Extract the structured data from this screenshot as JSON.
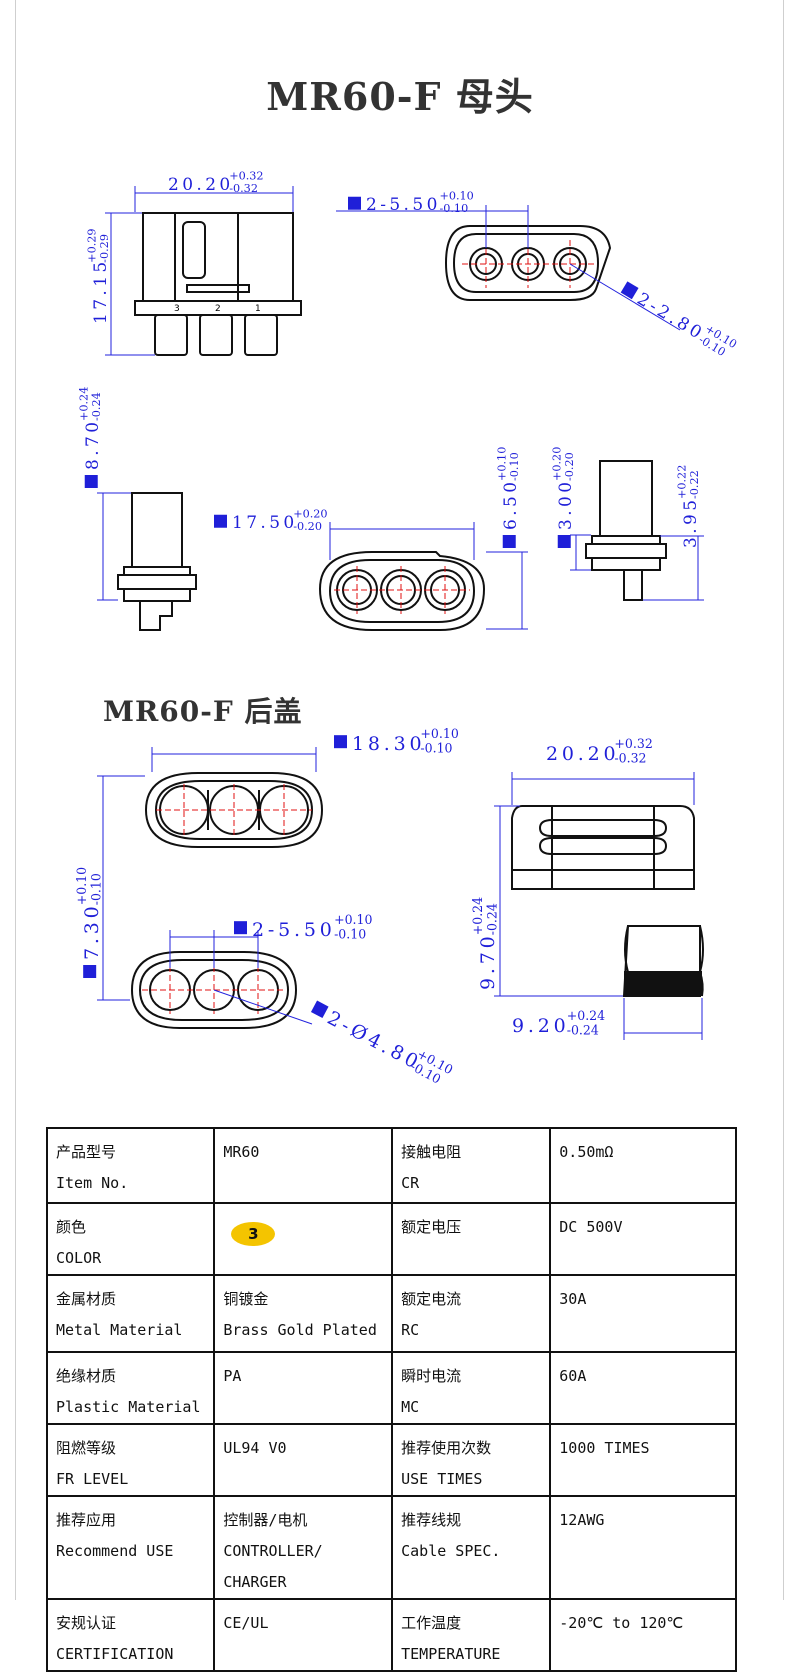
{
  "title": "MR60-F 母头",
  "subtitle": "MR60-F 后盖",
  "dimensions": {
    "d1": {
      "base": "20.20",
      "tol": "+0.32/-0.32"
    },
    "d2": {
      "base": "17.15",
      "tol": "+0.29/-0.29"
    },
    "d3": {
      "base": "2-5.50",
      "tol": "+0.10/-0.10"
    },
    "d4": {
      "base": "2-2.80",
      "tol": "+0.10/-0.10"
    },
    "d5": {
      "base": "8.70",
      "tol": "+0.24/-0.24"
    },
    "d6": {
      "base": "17.50",
      "tol": "+0.20/-0.20"
    },
    "d7": {
      "base": "6.50",
      "tol": "+0.10/-0.10"
    },
    "d8": {
      "base": "3.00",
      "tol": "+0.20/-0.20"
    },
    "d9": {
      "base": "3.95",
      "tol": "+0.22/-0.22"
    },
    "d10": {
      "base": "18.30",
      "tol": "+0.10/-0.10"
    },
    "d11": {
      "base": "20.20",
      "tol": "+0.32/-0.32"
    },
    "d12": {
      "base": "7.30",
      "tol": "+0.10/-0.10"
    },
    "d13": {
      "base": "2-5.50",
      "tol": "+0.10/-0.10"
    },
    "d14": {
      "base": "9.70",
      "tol": "+0.24/-0.24"
    },
    "d15": {
      "base": "2-Ø4.80",
      "tol": "+0.10/-0.10"
    },
    "d16": {
      "base": "9.20",
      "tol": "+0.24/-0.24"
    }
  },
  "pin_labels": [
    "3",
    "2",
    "1"
  ],
  "table": [
    {
      "l1": "产品型号",
      "l1en": "Item No.",
      "v1": "MR60",
      "l2": "接触电阻",
      "l2en": "CR",
      "v2": "0.50mΩ"
    },
    {
      "l1": "颜色",
      "l1en": "COLOR",
      "v1badge": "3",
      "l2": "额定电压",
      "l2en": "",
      "v2": "DC 500V"
    },
    {
      "l1": "金属材质",
      "l1en": "Metal Material",
      "v1": "铜镀金",
      "v1en": "Brass Gold Plated",
      "l2": "额定电流",
      "l2en": "RC",
      "v2": "30A"
    },
    {
      "l1": "绝缘材质",
      "l1en": "Plastic Material",
      "v1": "PA",
      "l2": "瞬时电流",
      "l2en": "MC",
      "v2": "60A"
    },
    {
      "l1": "阻燃等级",
      "l1en": "FR LEVEL",
      "v1": "UL94 V0",
      "l2": "推荐使用次数",
      "l2en": "USE TIMES",
      "v2": "1000 TIMES"
    },
    {
      "l1": "推荐应用",
      "l1en": "Recommend USE",
      "v1": "控制器/电机",
      "v1en": "CONTROLLER/ CHARGER",
      "l2": "推荐线规",
      "l2en": "Cable SPEC.",
      "v2": "12AWG"
    },
    {
      "l1": "安规认证",
      "l1en": "CERTIFICATION",
      "v1": "CE/UL",
      "l2": "工作温度",
      "l2en": "TEMPERATURE",
      "v2": " -20℃ to 120℃"
    }
  ],
  "colors": {
    "dimension": "#1f1fd8",
    "centerline": "#e01010",
    "badge": "#f4c400"
  }
}
